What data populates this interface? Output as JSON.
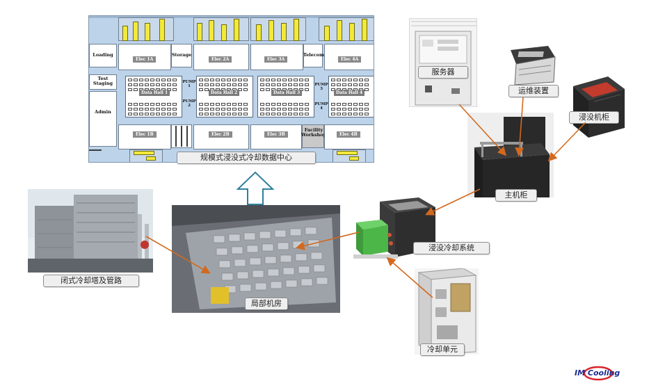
{
  "floor_plan": {
    "rooms": {
      "loading": "Loading",
      "storage": "Storage",
      "telecom": "Telecom",
      "test_staging": "Test Staging",
      "admin": "Admin",
      "facility_workshop": "Facility Workshop"
    },
    "elec": [
      "Elec 1A",
      "Elec 2A",
      "Elec 3A",
      "Elec 4A",
      "Elec 1B",
      "Elec 2B",
      "Elec 3B",
      "Elec 4B"
    ],
    "data_halls": [
      "Data Hall 1",
      "Data Hall 2",
      "Data Hall 3",
      "Data Hall 4"
    ],
    "pumps": [
      "PUMP 1",
      "PUMP 2",
      "PUMP 3",
      "PUMP 4"
    ]
  },
  "captions": {
    "datacenter": "规模式浸没式冷却数据中心",
    "server": "服务器",
    "ops_device": "运维装置",
    "immersion_cabinet": "浸没机柜",
    "main_cabinet": "主机柜",
    "immersion_system": "浸没冷却系统",
    "cooling_tower": "闭式冷却塔及管路",
    "local_room": "局部机房",
    "cooling_unit": "冷却单元"
  },
  "logo": {
    "text": "IM Cooling",
    "brand_color": "#1b2a8f",
    "accent_color": "#d8232a"
  },
  "colors": {
    "arrow": "#d2691e",
    "up_arrow": "#2f7f9e",
    "plan_bg": "#bcd3ea",
    "equipment_yellow": "#f2e93a"
  }
}
